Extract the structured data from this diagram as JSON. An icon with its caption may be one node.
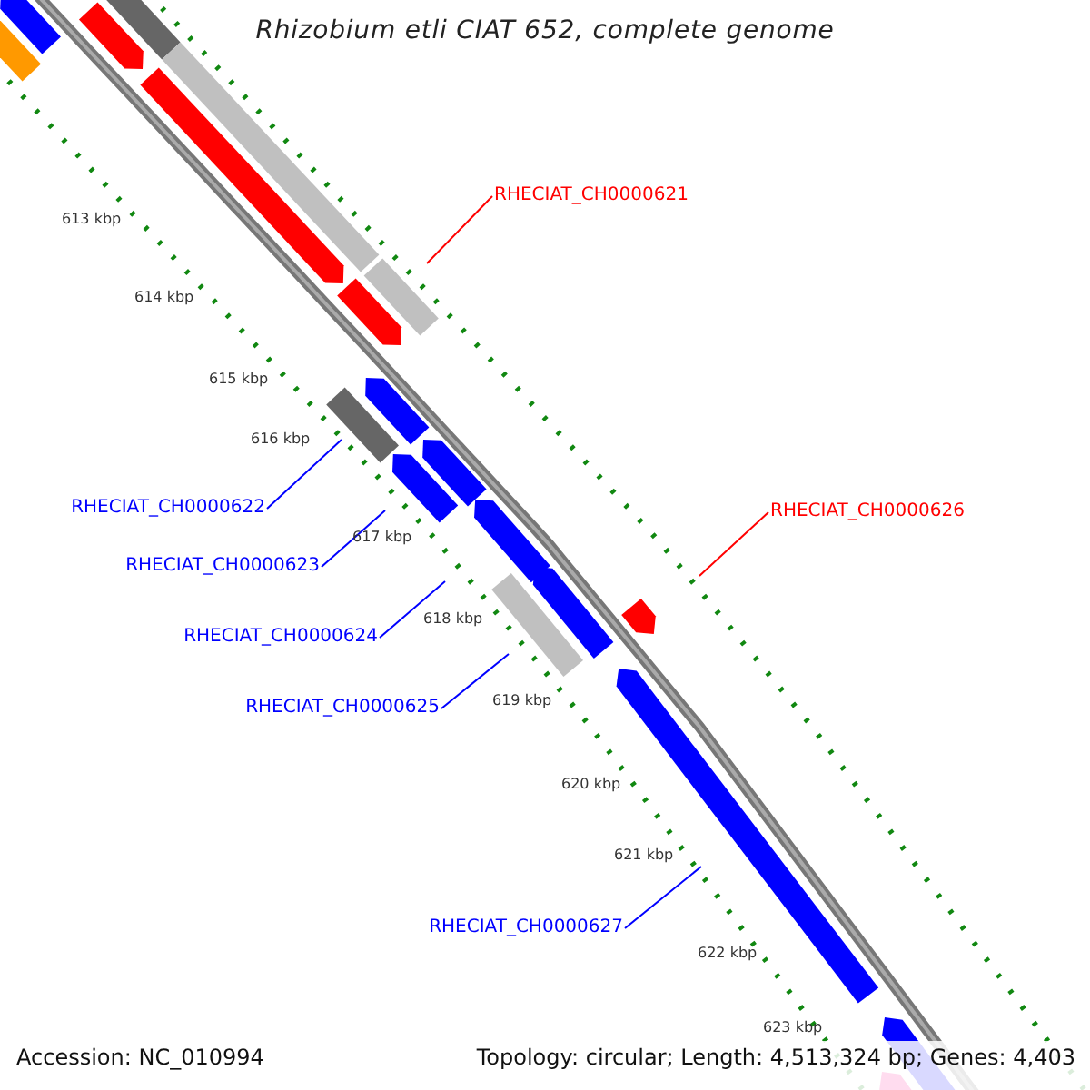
{
  "diagram": {
    "title": "Rhizobium etli CIAT 652, complete genome",
    "nodes": [
      {
        "text": [
          "RHECIAT_CH0000621"
        ]
      },
      {
        "text": [
          "RHECIAT_CH0000626"
        ]
      },
      {
        "text": [
          "RHECIAT_CH0000622"
        ]
      },
      {
        "text": [
          "RHECIAT_CH0000623"
        ]
      },
      {
        "text": [
          "RHECIAT_CH0000624"
        ]
      },
      {
        "text": [
          "RHECIAT_CH0000625"
        ]
      },
      {
        "text": [
          "RHECIAT_CH0000627"
        ]
      }
    ],
    "edges": [
      {
        "from": 0,
        "to": null,
        "arrow": "none",
        "color": "#ff0000"
      },
      {
        "from": 1,
        "to": null,
        "arrow": "none",
        "color": "#ff0000"
      },
      {
        "from": 2,
        "to": null,
        "arrow": "none"
      },
      {
        "from": 3,
        "to": null,
        "arrow": "none"
      },
      {
        "from": 4,
        "to": null,
        "arrow": "none"
      },
      {
        "from": 5,
        "to": null,
        "arrow": "none"
      },
      {
        "from": 6,
        "to": null,
        "arrow": "none"
      }
    ],
    "labels": [
      "613 kbp",
      "614 kbp",
      "615 kbp",
      "616 kbp",
      "617 kbp",
      "618 kbp",
      "619 kbp",
      "620 kbp",
      "621 kbp",
      "622 kbp",
      "623 kbp",
      "Accession: NC_010994",
      "Topology: circular; Length: 4,513,324 bp; Genes: 4,403"
    ]
  }
}
